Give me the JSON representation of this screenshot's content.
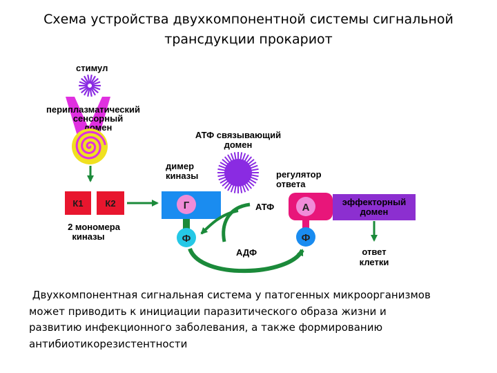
{
  "title": {
    "line1": "Схема устройства двухкомпонентной системы сигнальной",
    "line2": "трансдукции прокариот"
  },
  "diagram": {
    "stimulus": "стимул",
    "sensor_domain": [
      "периплазматический",
      "сенсорный",
      "домен"
    ],
    "k1": "К1",
    "k2": "К2",
    "monomers": [
      "2 мономера",
      "киназы"
    ],
    "atp_binding": [
      "АТФ связывающий",
      "домен"
    ],
    "kinase_dimer": [
      "димер",
      "киназы"
    ],
    "g_letter": "Г",
    "f_letter_left": "Ф",
    "atp": "АТФ",
    "adp": "АДФ",
    "regulator": [
      "регулятор",
      "ответа"
    ],
    "a_letter": "А",
    "f_letter_right": "Ф",
    "effector_domain": [
      "эффекторный",
      "домен"
    ],
    "cell_response": [
      "ответ",
      "клетки"
    ],
    "colors": {
      "purple": "#8a2be2",
      "magenta": "#e030e0",
      "red": "#e8162e",
      "blue": "#1a8cf0",
      "green": "#1b8a3a",
      "cyan": "#25c8e6",
      "effector": "#8c2fd0",
      "regulator": "#e8167a",
      "yellow": "#f0e020"
    }
  },
  "caption": {
    "line1": " Двухкомпонентная сигнальная система у патогенных микроорганизмов",
    "line2": "может приводить к инициации паразитического образа жизни и",
    "line3": "развитию инфекционного заболевания, а также формированию",
    "line4": "антибиотикорезистентности"
  }
}
